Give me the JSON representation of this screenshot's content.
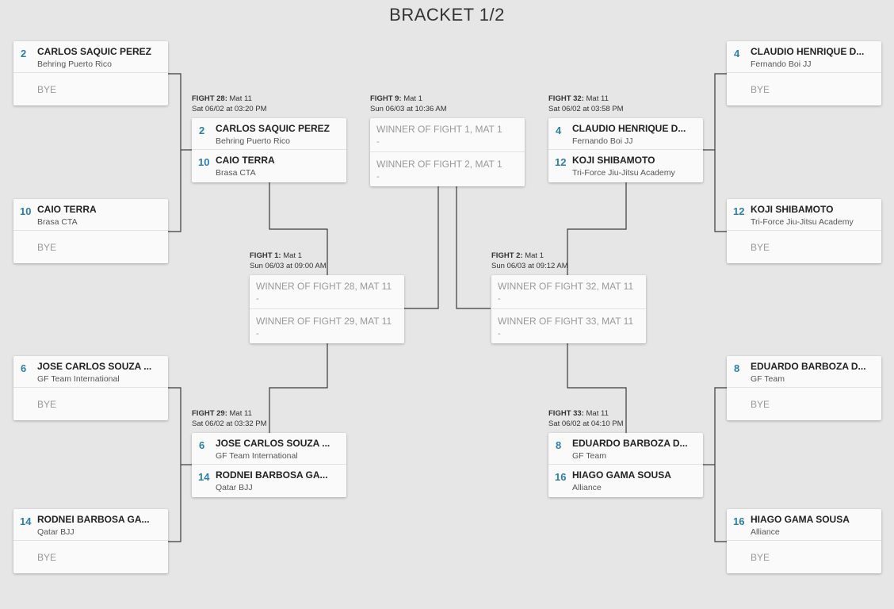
{
  "title": "BRACKET 1/2",
  "bye_label": "BYE",
  "r1_left": [
    {
      "seed": "2",
      "name": "CARLOS SAQUIC PEREZ",
      "team": "Behring Puerto Rico"
    },
    {
      "seed": "10",
      "name": "CAIO TERRA",
      "team": "Brasa CTA"
    },
    {
      "seed": "6",
      "name": "JOSE CARLOS SOUZA ...",
      "team": "GF Team International"
    },
    {
      "seed": "14",
      "name": "RODNEI BARBOSA GA...",
      "team": "Qatar BJJ"
    }
  ],
  "r1_right": [
    {
      "seed": "4",
      "name": "CLAUDIO HENRIQUE D...",
      "team": "Fernando Boi JJ"
    },
    {
      "seed": "12",
      "name": "KOJI SHIBAMOTO",
      "team": "Tri-Force Jiu-Jitsu Academy"
    },
    {
      "seed": "8",
      "name": "EDUARDO BARBOZA D...",
      "team": "GF Team"
    },
    {
      "seed": "16",
      "name": "HIAGO GAMA SOUSA",
      "team": "Alliance"
    }
  ],
  "fights": {
    "f28": {
      "label": "FIGHT 28:",
      "mat": "Mat 11",
      "date": "Sat 06/02 at 03:20 PM",
      "a": {
        "seed": "2",
        "name": "CARLOS SAQUIC PEREZ",
        "team": "Behring Puerto Rico"
      },
      "b": {
        "seed": "10",
        "name": "CAIO TERRA",
        "team": "Brasa CTA"
      }
    },
    "f29": {
      "label": "FIGHT 29:",
      "mat": "Mat 11",
      "date": "Sat 06/02 at 03:32 PM",
      "a": {
        "seed": "6",
        "name": "JOSE CARLOS SOUZA ...",
        "team": "GF Team International"
      },
      "b": {
        "seed": "14",
        "name": "RODNEI BARBOSA GA...",
        "team": "Qatar BJJ"
      }
    },
    "f32": {
      "label": "FIGHT 32:",
      "mat": "Mat 11",
      "date": "Sat 06/02 at 03:58 PM",
      "a": {
        "seed": "4",
        "name": "CLAUDIO HENRIQUE D...",
        "team": "Fernando Boi JJ"
      },
      "b": {
        "seed": "12",
        "name": "KOJI SHIBAMOTO",
        "team": "Tri-Force Jiu-Jitsu Academy"
      }
    },
    "f33": {
      "label": "FIGHT 33:",
      "mat": "Mat 11",
      "date": "Sat 06/02 at 04:10 PM",
      "a": {
        "seed": "8",
        "name": "EDUARDO BARBOZA D...",
        "team": "GF Team"
      },
      "b": {
        "seed": "16",
        "name": "HIAGO GAMA SOUSA",
        "team": "Alliance"
      }
    },
    "f1": {
      "label": "FIGHT 1:",
      "mat": "Mat 1",
      "date": "Sun 06/03 at 09:00 AM",
      "a": "WINNER OF FIGHT 28, MAT 11",
      "b": "WINNER OF FIGHT 29, MAT 11",
      "dash": "-"
    },
    "f2": {
      "label": "FIGHT 2:",
      "mat": "Mat 1",
      "date": "Sun 06/03 at 09:12 AM",
      "a": "WINNER OF FIGHT 32, MAT 11",
      "b": "WINNER OF FIGHT 33, MAT 11",
      "dash": "-"
    },
    "f9": {
      "label": "FIGHT 9:",
      "mat": "Mat 1",
      "date": "Sun 06/03 at 10:36 AM",
      "a": "WINNER OF FIGHT 1, MAT 1",
      "b": "WINNER OF FIGHT 2, MAT 1",
      "dash": "-"
    }
  },
  "colors": {
    "seed": "#2c7fa8",
    "line": "#3a3a3a",
    "background": "#e6e6e6"
  }
}
